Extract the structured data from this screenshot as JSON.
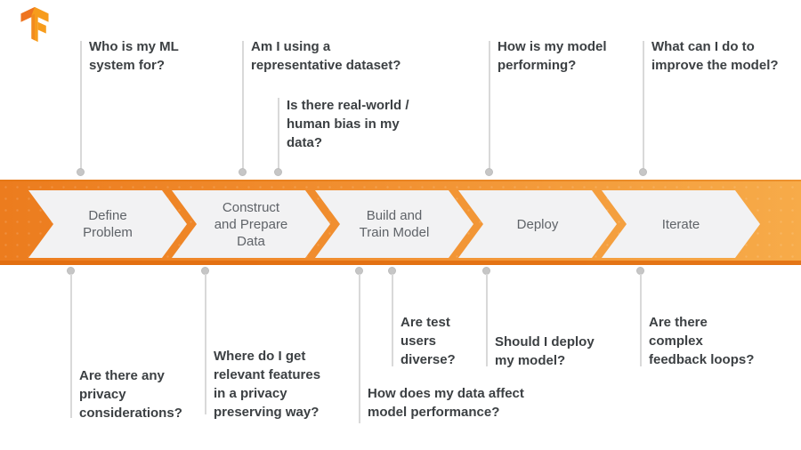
{
  "logo": {
    "name": "TensorFlow logo"
  },
  "colors": {
    "band_gradient_left": "#ec7c1e",
    "band_gradient_right": "#f7ab49",
    "band_bottom_edge": "#e06c0e",
    "chevron_fill": "#f2f2f3",
    "stage_text": "#5f6368",
    "question_text": "#3c4043",
    "connector_line": "#d9d9d9",
    "connector_dot": "#c6c6c6",
    "logo_dark_orange": "#ee7420",
    "logo_light_orange": "#f79c1c"
  },
  "stages": [
    {
      "label": "Define\nProblem"
    },
    {
      "label": "Construct\nand Prepare\nData"
    },
    {
      "label": "Build and\nTrain Model"
    },
    {
      "label": "Deploy"
    },
    {
      "label": "Iterate"
    }
  ],
  "questions_top": [
    {
      "text": "Who is my ML\nsystem for?"
    },
    {
      "text": "Am I using a\nrepresentative dataset?"
    },
    {
      "text": "Is there real-world /\nhuman bias in my\ndata?"
    },
    {
      "text": "How is my model\nperforming?"
    },
    {
      "text": "What can I do to\nimprove the model?"
    }
  ],
  "questions_bottom": [
    {
      "text": "Are there any\nprivacy\nconsiderations?"
    },
    {
      "text": "Where do I get\nrelevant features\nin a privacy\npreserving way?"
    },
    {
      "text": "How does my data affect\nmodel performance?"
    },
    {
      "text": "Are test\nusers\ndiverse?"
    },
    {
      "text": "Should I deploy\nmy model?"
    },
    {
      "text": "Are there\ncomplex\nfeedback loops?"
    }
  ]
}
